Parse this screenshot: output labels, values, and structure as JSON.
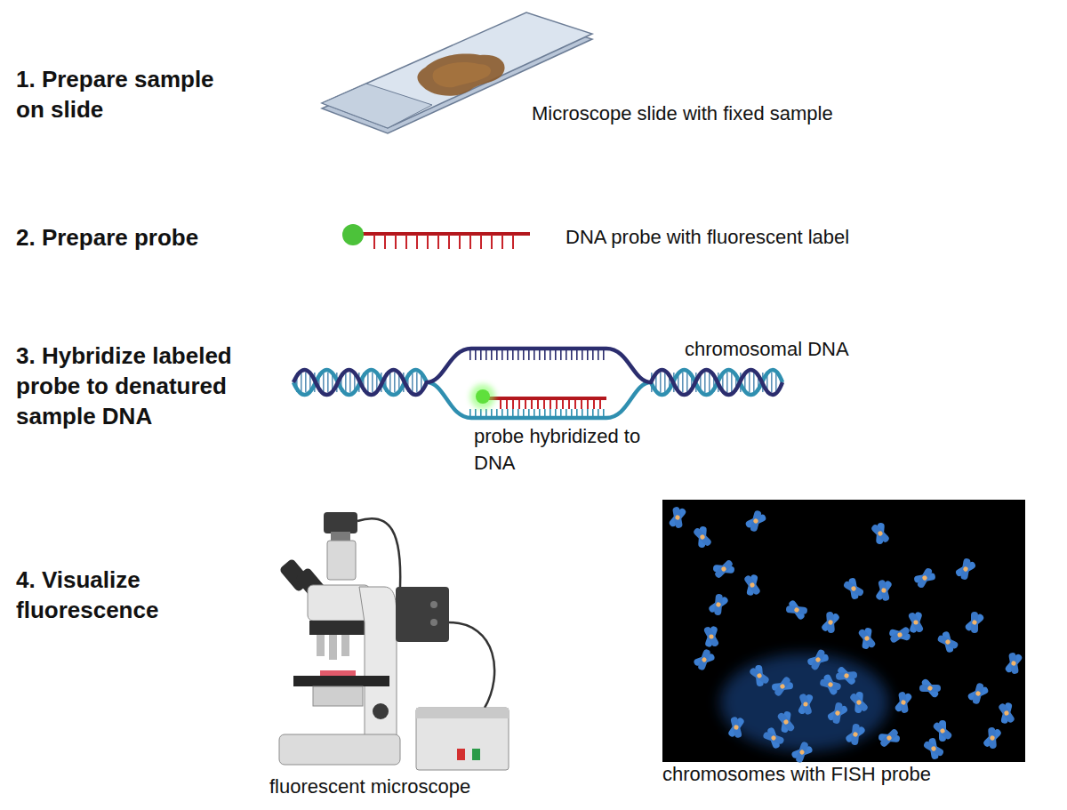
{
  "diagram": {
    "labels": [
      "1. Prepare sample on slide",
      "Microscope slide with fixed sample",
      "2. Prepare probe",
      "DNA probe with fluorescent label",
      "3. Hybridize labeled probe to denatured sample DNA",
      "chromosomal DNA",
      "probe hybridized to DNA",
      "4. Visualize fluorescence",
      "fluorescent microscope",
      "chromosomes with FISH probe"
    ]
  }
}
